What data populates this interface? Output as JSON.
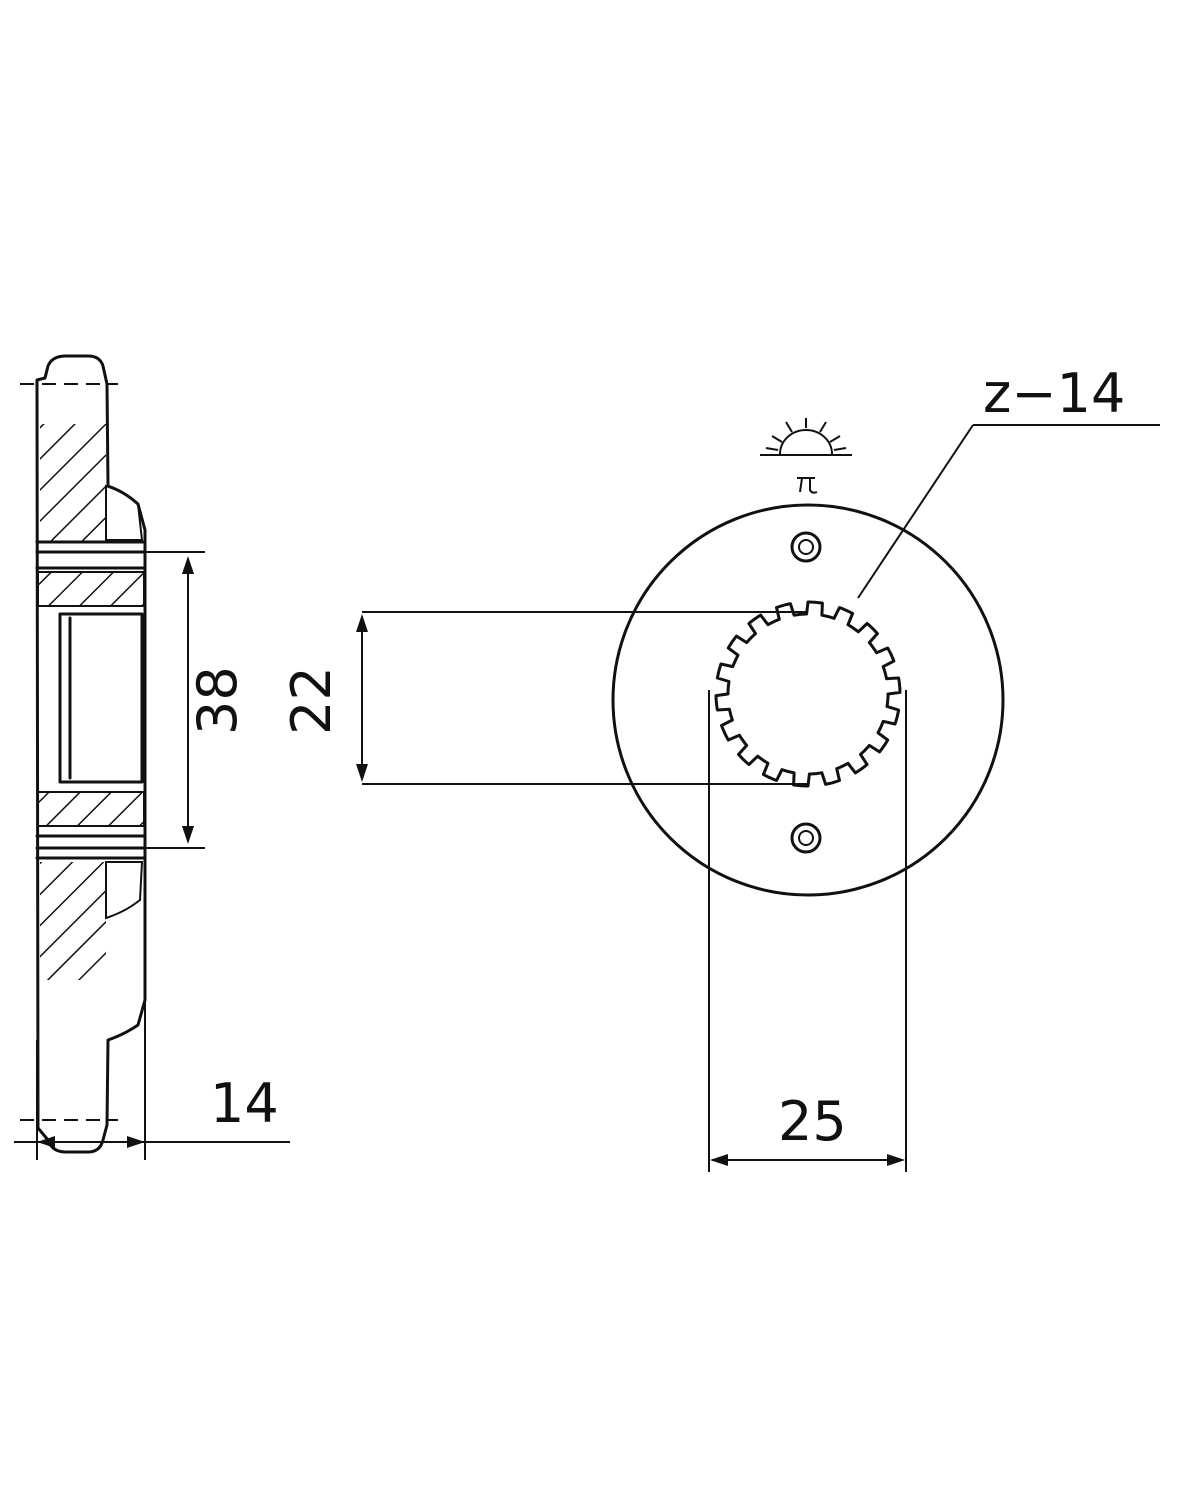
{
  "diagram": {
    "teeth_label": "z−14",
    "dimensions": {
      "width_label": "14",
      "hub_diameter_label": "38",
      "shaft_flat_label": "22",
      "shaft_diameter_label": "25"
    },
    "teeth_count": 14,
    "spline_count": 18,
    "logo": "sun-logo",
    "line_color": "#111111",
    "hatch_color": "#111111",
    "background": "#ffffff"
  }
}
